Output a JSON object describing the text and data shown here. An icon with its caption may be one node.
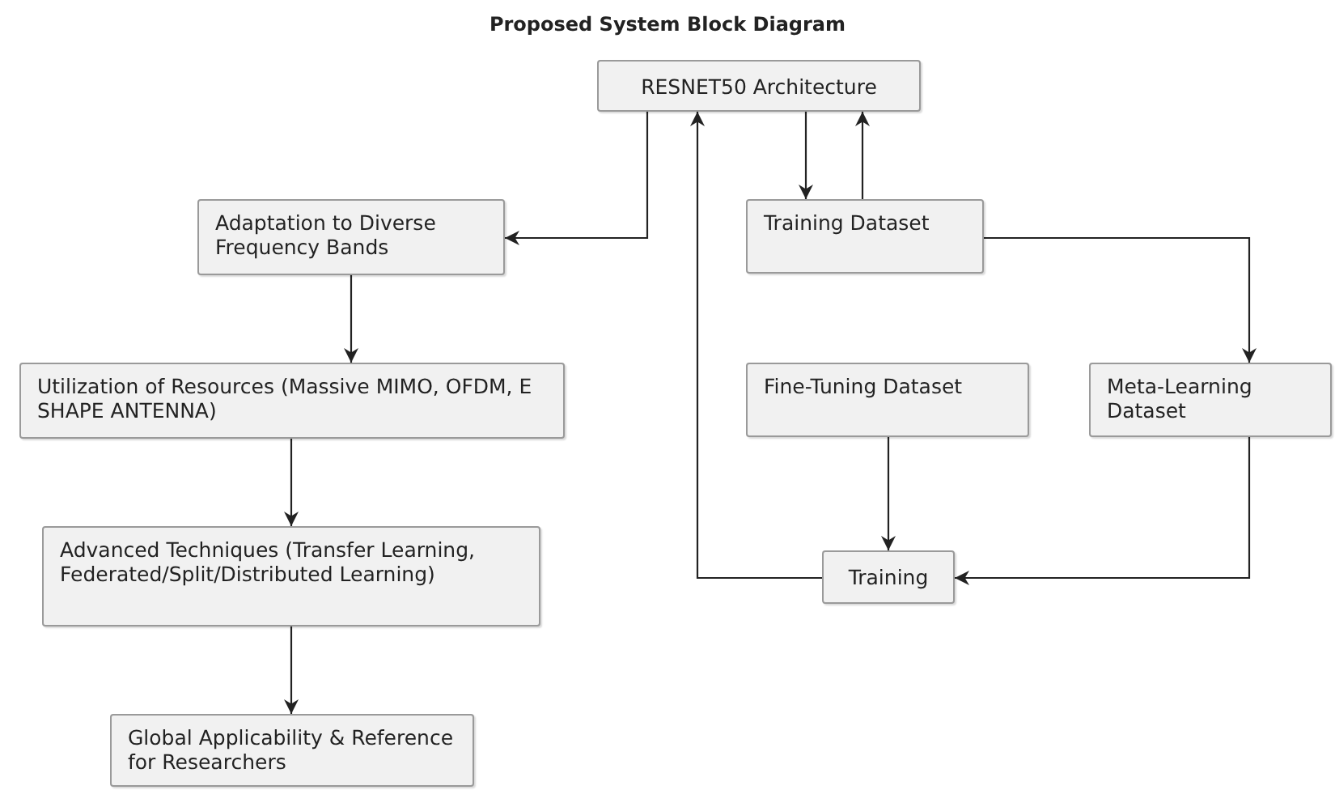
{
  "diagram": {
    "title": "Proposed System Block Diagram",
    "nodes": [
      {
        "text": [
          "RESNET50 Architecture"
        ]
      },
      {
        "text": [
          "Adaptation to Diverse Frequency Bands"
        ]
      },
      {
        "text": [
          "Training Dataset"
        ]
      },
      {
        "text": [
          "Utilization of Resources (Massive MIMO, OFDM, E SHAPE ANTENNA)"
        ]
      },
      {
        "text": [
          "Fine-Tuning Dataset"
        ]
      },
      {
        "text": [
          "Meta-Learning Dataset"
        ]
      },
      {
        "text": [
          "Advanced Techniques (Transfer Learning, Federated/Split/Distributed Learning)"
        ]
      },
      {
        "text": [
          "Training"
        ]
      },
      {
        "text": [
          "Global Applicability & Reference for Researchers"
        ]
      }
    ],
    "edges": [
      {
        "from": 0,
        "to": 1,
        "arrow": "to"
      },
      {
        "from": 0,
        "to": 2,
        "arrow": "to"
      },
      {
        "from": 2,
        "to": 0,
        "arrow": "to"
      },
      {
        "from": 2,
        "to": 5,
        "arrow": "to"
      },
      {
        "from": 1,
        "to": 3,
        "arrow": "to"
      },
      {
        "from": 3,
        "to": 6,
        "arrow": "to"
      },
      {
        "from": 6,
        "to": 8,
        "arrow": "to"
      },
      {
        "from": 4,
        "to": 7,
        "arrow": "to"
      },
      {
        "from": 5,
        "to": 7,
        "arrow": "to"
      },
      {
        "from": 7,
        "to": 0,
        "arrow": "to"
      }
    ]
  }
}
